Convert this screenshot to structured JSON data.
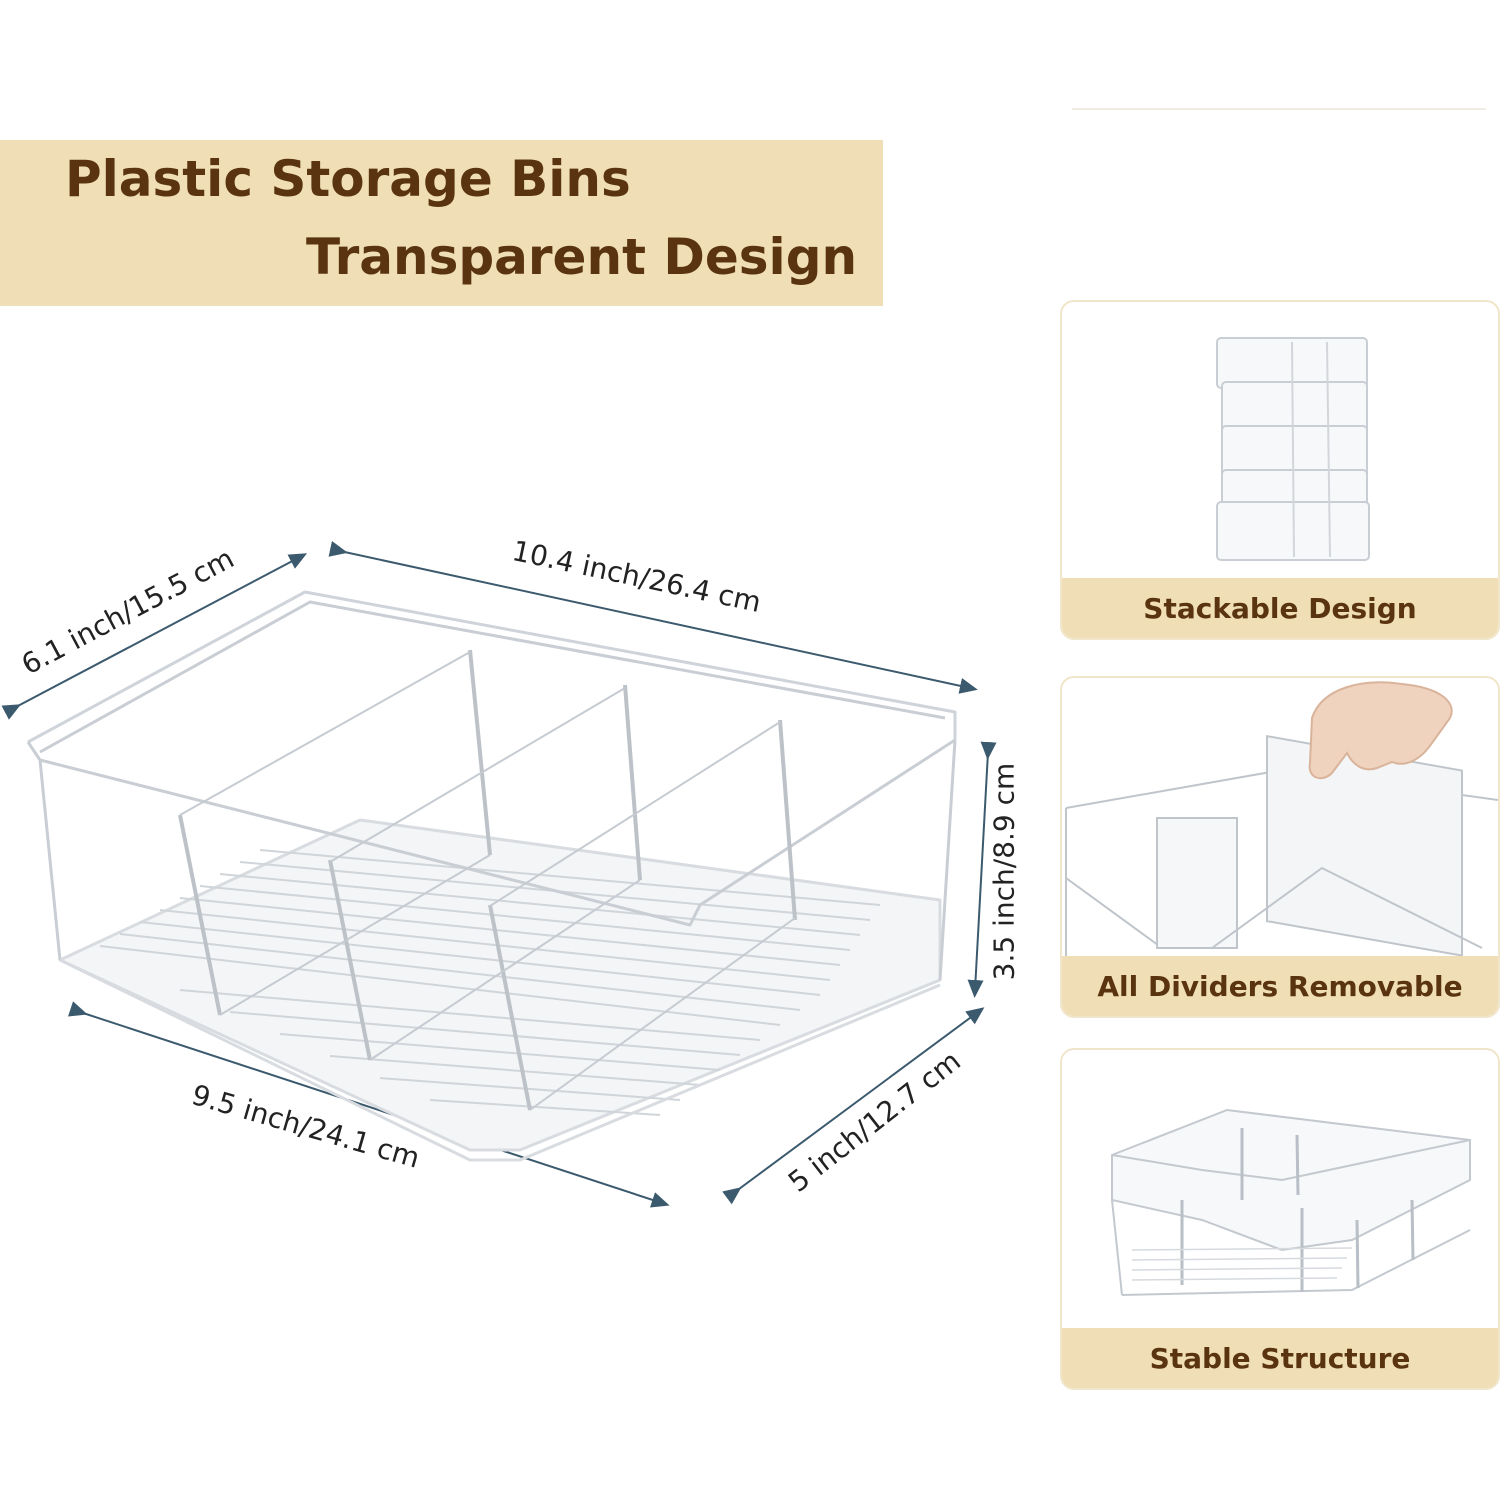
{
  "banner": {
    "line1": "Plastic Storage Bins",
    "line2": "Transparent Design"
  },
  "dimensions": {
    "depth_top": "6.1 inch/15.5 cm",
    "length_top": "10.4 inch/26.4 cm",
    "height": "3.5 inch/8.9 cm",
    "length_bottom": "9.5 inch/24.1 cm",
    "depth_bottom": "5 inch/12.7 cm"
  },
  "features": [
    {
      "label": "Stackable Design"
    },
    {
      "label": "All Dividers Removable"
    },
    {
      "label": "Stable Structure"
    }
  ],
  "colors": {
    "banner_bg": "#f0dfb6",
    "banner_text": "#5a3410",
    "dimension_arrow": "#3c5a6e"
  }
}
